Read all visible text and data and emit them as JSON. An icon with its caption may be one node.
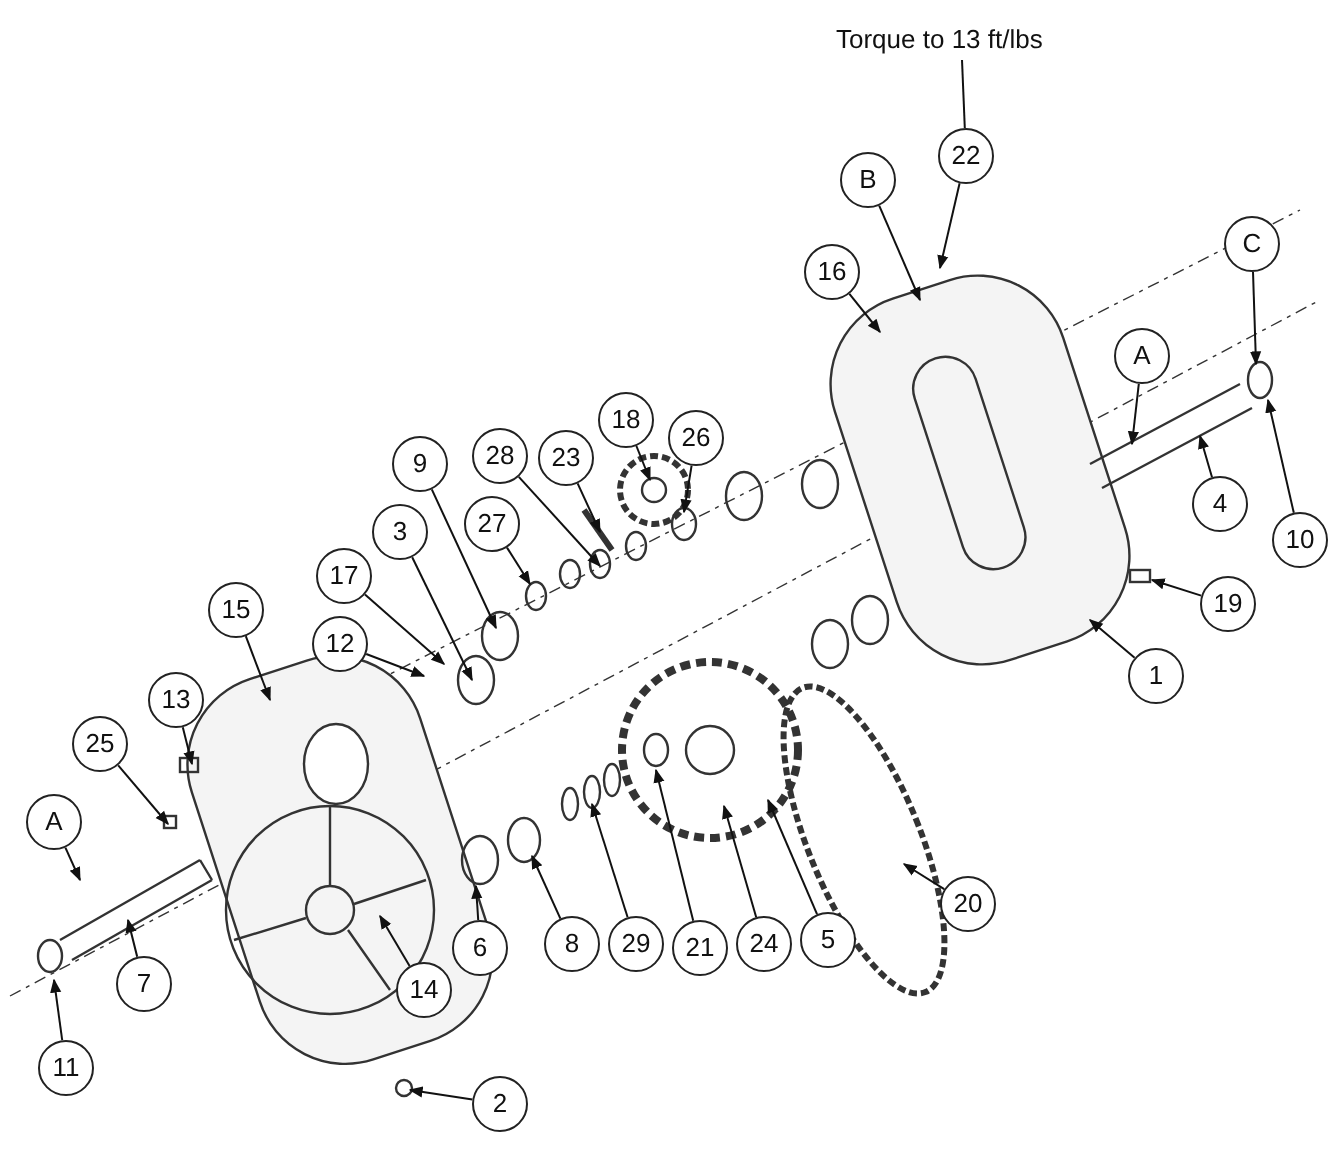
{
  "diagram": {
    "nodes": [
      {
        "text": [
          "Torque to 13 ft/lbs"
        ]
      },
      {
        "text": [
          "22"
        ]
      },
      {
        "text": [
          "B"
        ]
      },
      {
        "text": [
          "16"
        ]
      },
      {
        "text": [
          "C"
        ]
      },
      {
        "text": [
          "A"
        ]
      },
      {
        "text": [
          "18"
        ]
      },
      {
        "text": [
          "26"
        ]
      },
      {
        "text": [
          "23"
        ]
      },
      {
        "text": [
          "28"
        ]
      },
      {
        "text": [
          "9"
        ]
      },
      {
        "text": [
          "27"
        ]
      },
      {
        "text": [
          "4"
        ]
      },
      {
        "text": [
          "10"
        ]
      },
      {
        "text": [
          "3"
        ]
      },
      {
        "text": [
          "19"
        ]
      },
      {
        "text": [
          "17"
        ]
      },
      {
        "text": [
          "1"
        ]
      },
      {
        "text": [
          "15"
        ]
      },
      {
        "text": [
          "12"
        ]
      },
      {
        "text": [
          "13"
        ]
      },
      {
        "text": [
          "25"
        ]
      },
      {
        "text": [
          "A"
        ]
      },
      {
        "text": [
          "20"
        ]
      },
      {
        "text": [
          "7"
        ]
      },
      {
        "text": [
          "6"
        ]
      },
      {
        "text": [
          "8"
        ]
      },
      {
        "text": [
          "29"
        ]
      },
      {
        "text": [
          "21"
        ]
      },
      {
        "text": [
          "24"
        ]
      },
      {
        "text": [
          "5"
        ]
      },
      {
        "text": [
          "14"
        ]
      },
      {
        "text": [
          "2"
        ]
      },
      {
        "text": [
          "11"
        ]
      }
    ],
    "edges": [
      {
        "from": 0,
        "to": 1,
        "arrow": "none"
      },
      {
        "from": 1,
        "to": null,
        "arrow": "to"
      },
      {
        "from": 2,
        "to": null,
        "arrow": "to"
      },
      {
        "from": 3,
        "to": null,
        "arrow": "to"
      },
      {
        "from": 4,
        "to": null,
        "arrow": "to"
      },
      {
        "from": 5,
        "to": null,
        "arrow": "to"
      },
      {
        "from": 6,
        "to": null,
        "arrow": "to"
      },
      {
        "from": 7,
        "to": null,
        "arrow": "to"
      },
      {
        "from": 8,
        "to": null,
        "arrow": "to"
      },
      {
        "from": 9,
        "to": null,
        "arrow": "to"
      },
      {
        "from": 10,
        "to": null,
        "arrow": "to"
      },
      {
        "from": 11,
        "to": null,
        "arrow": "to"
      },
      {
        "from": 12,
        "to": null,
        "arrow": "to"
      },
      {
        "from": 13,
        "to": null,
        "arrow": "to"
      },
      {
        "from": 14,
        "to": null,
        "arrow": "to"
      },
      {
        "from": 15,
        "to": null,
        "arrow": "to"
      },
      {
        "from": 16,
        "to": null,
        "arrow": "to"
      },
      {
        "from": 17,
        "to": null,
        "arrow": "to"
      },
      {
        "from": 18,
        "to": null,
        "arrow": "to"
      },
      {
        "from": 19,
        "to": null,
        "arrow": "to"
      },
      {
        "from": 20,
        "to": null,
        "arrow": "to"
      },
      {
        "from": 21,
        "to": null,
        "arrow": "to"
      },
      {
        "from": 22,
        "to": null,
        "arrow": "to"
      },
      {
        "from": 23,
        "to": null,
        "arrow": "to"
      },
      {
        "from": 24,
        "to": null,
        "arrow": "to"
      },
      {
        "from": 25,
        "to": null,
        "arrow": "to"
      },
      {
        "from": 26,
        "to": null,
        "arrow": "to"
      },
      {
        "from": 27,
        "to": null,
        "arrow": "to"
      },
      {
        "from": 28,
        "to": null,
        "arrow": "to"
      },
      {
        "from": 29,
        "to": null,
        "arrow": "to"
      },
      {
        "from": 30,
        "to": null,
        "arrow": "to"
      },
      {
        "from": 31,
        "to": null,
        "arrow": "to"
      },
      {
        "from": 32,
        "to": null,
        "arrow": "to"
      },
      {
        "from": 33,
        "to": null,
        "arrow": "to"
      }
    ]
  }
}
